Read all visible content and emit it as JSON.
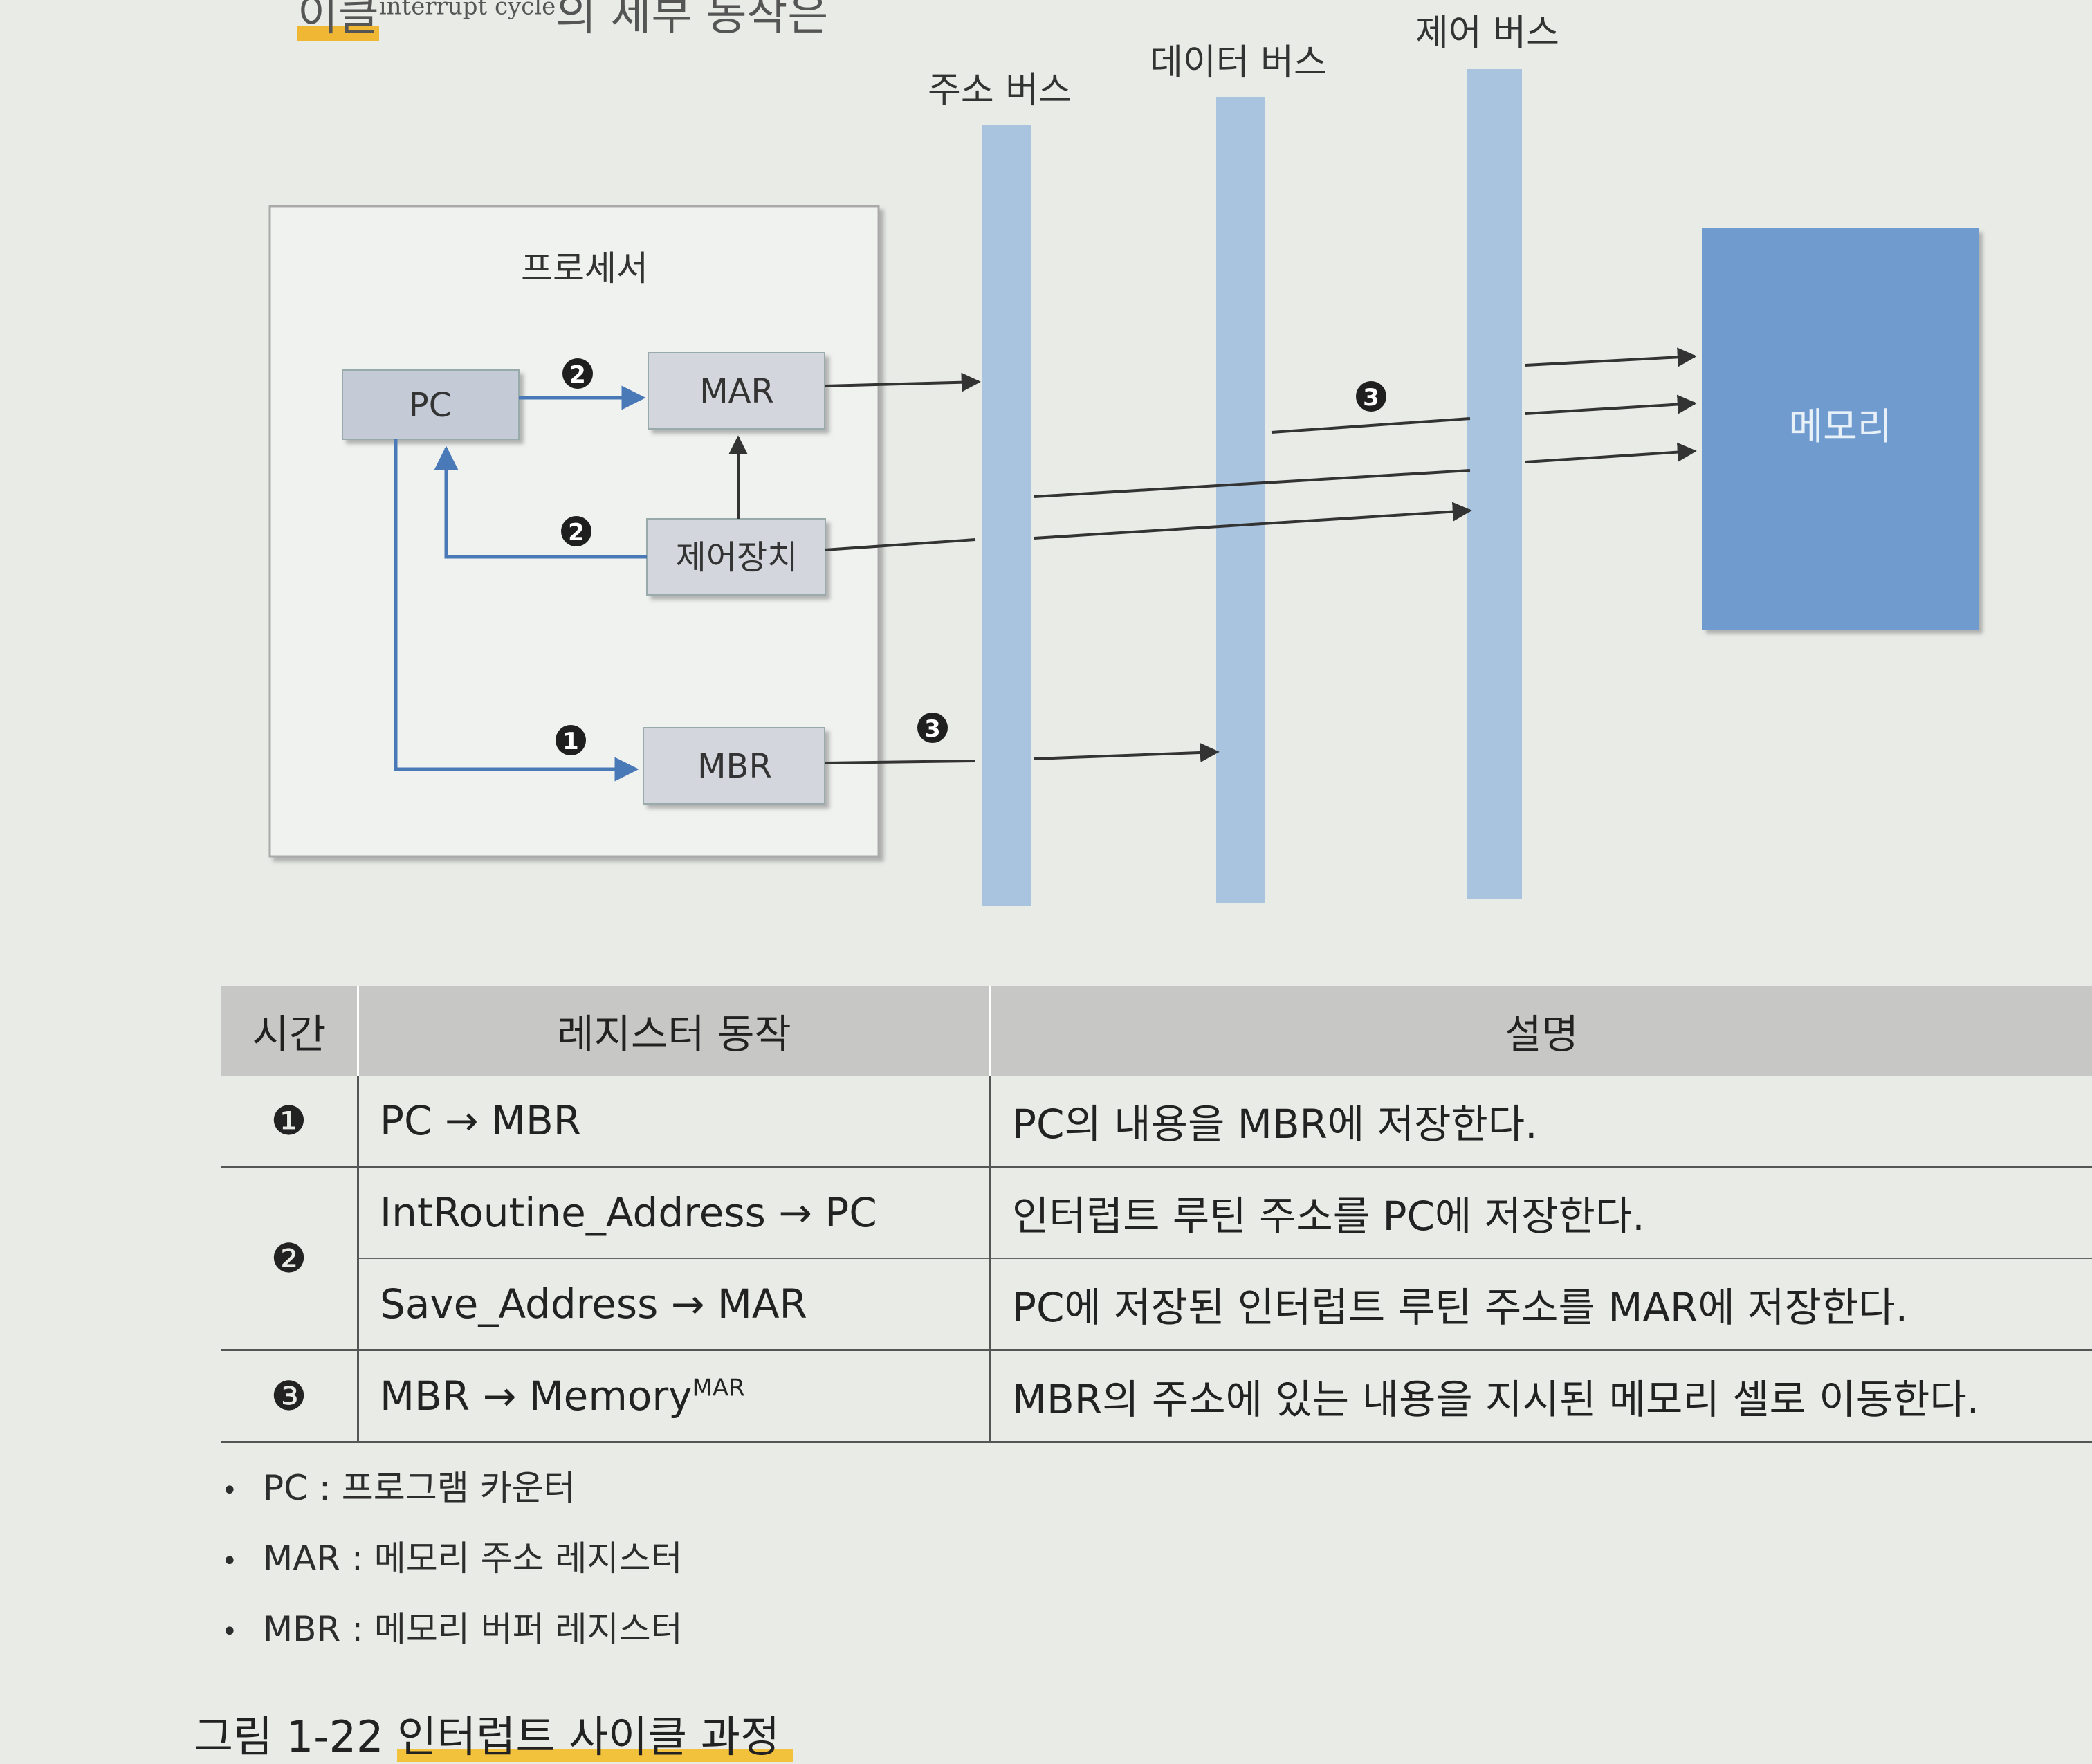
{
  "top_fragment": {
    "text1": "이클",
    "sup": "interrupt cycle",
    "text2": "의 세부 동작은"
  },
  "diagram": {
    "processor_title": "프로세서",
    "buses": [
      {
        "id": "address",
        "label": "주소 버스"
      },
      {
        "id": "data",
        "label": "데이터 버스"
      },
      {
        "id": "control",
        "label": "제어 버스"
      }
    ],
    "registers": {
      "pc": "PC",
      "mar": "MAR",
      "mbr": "MBR",
      "control_unit": "제어장치"
    },
    "memory": "메모리",
    "step_markers": [
      "❶",
      "❷",
      "❸"
    ],
    "colors": {
      "bus": "#a9c4df",
      "memory": "#6f9bcf",
      "blue_arrow": "#4a79b8",
      "box": "#c5cbd6"
    }
  },
  "table": {
    "headers": [
      "시간",
      "레지스터 동작",
      "설명"
    ],
    "rows": [
      {
        "time": "❶",
        "op": "PC → MBR",
        "desc": "PC의 내용을 MBR에 저장한다."
      },
      {
        "time": "❷",
        "op": "IntRoutine_Address → PC",
        "desc": "인터럽트 루틴 주소를 PC에 저장한다."
      },
      {
        "time": "",
        "op": "Save_Address → MAR",
        "desc": "PC에 저장된 인터럽트 루틴 주소를 MAR에 저장한다."
      },
      {
        "time": "❸",
        "op": "MBR → Memory",
        "op_sup": "MAR",
        "desc": "MBR의 주소에 있는 내용을 지시된 메모리 셀로 이동한다."
      }
    ]
  },
  "notes": [
    "PC : 프로그램 카운터",
    "MAR : 메모리 주소 레지스터",
    "MBR : 메모리 버퍼 레지스터"
  ],
  "caption": {
    "number": "그림 1-22",
    "title": "인터럽트 사이클 과정"
  }
}
